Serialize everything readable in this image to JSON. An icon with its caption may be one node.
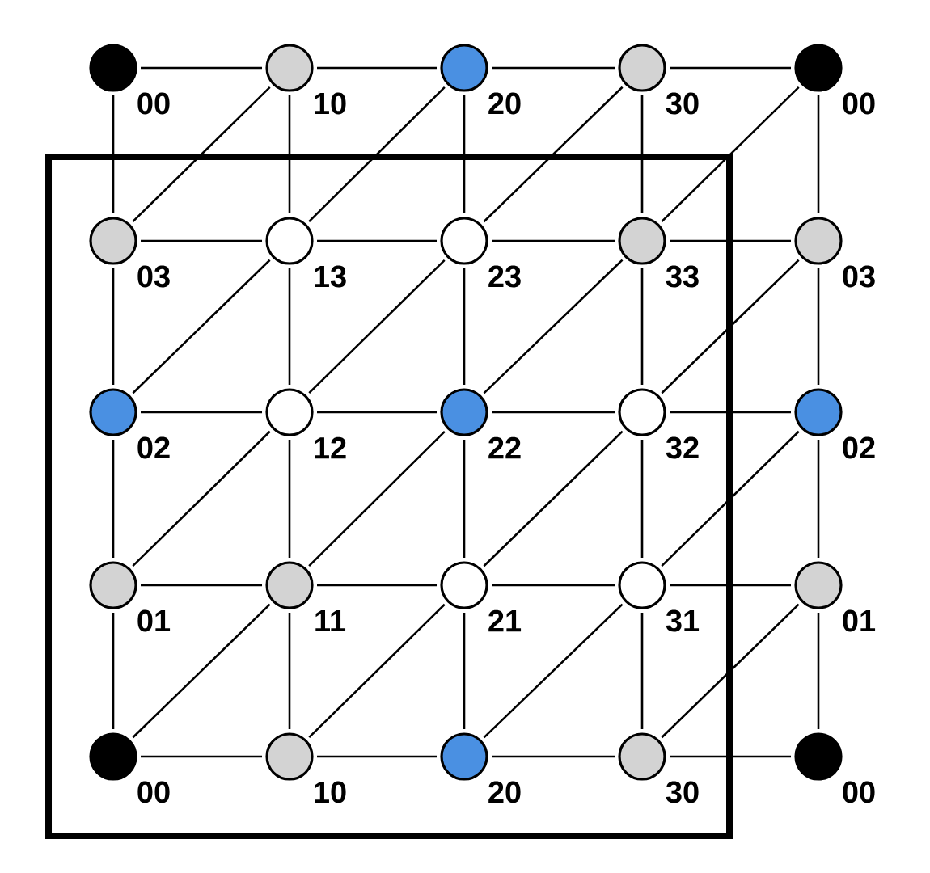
{
  "diagram": {
    "nodes": [
      {
        "text": [],
        "shape": "box"
      },
      {
        "text": [],
        "shape": "circle",
        "beside": [
          "00"
        ]
      },
      {
        "text": [],
        "shape": "circle",
        "beside": [
          "10"
        ]
      },
      {
        "text": [],
        "shape": "circle",
        "beside": [
          "20"
        ]
      },
      {
        "text": [],
        "shape": "circle",
        "beside": [
          "30"
        ]
      },
      {
        "text": [],
        "shape": "circle",
        "beside": [
          "00"
        ]
      },
      {
        "text": [],
        "shape": "circle",
        "beside": [
          "03"
        ],
        "in": 0
      },
      {
        "text": [],
        "shape": "circle",
        "beside": [
          "13"
        ],
        "in": 0
      },
      {
        "text": [],
        "shape": "circle",
        "beside": [
          "23"
        ],
        "in": 0
      },
      {
        "text": [],
        "shape": "circle",
        "beside": [
          "33"
        ],
        "in": 0
      },
      {
        "text": [],
        "shape": "circle",
        "beside": [
          "03"
        ]
      },
      {
        "text": [],
        "shape": "circle",
        "beside": [
          "02"
        ],
        "in": 0
      },
      {
        "text": [],
        "shape": "circle",
        "beside": [
          "12"
        ],
        "in": 0
      },
      {
        "text": [],
        "shape": "circle",
        "beside": [
          "22"
        ],
        "in": 0
      },
      {
        "text": [],
        "shape": "circle",
        "beside": [
          "32"
        ],
        "in": 0
      },
      {
        "text": [],
        "shape": "circle",
        "beside": [
          "02"
        ]
      },
      {
        "text": [],
        "shape": "circle",
        "beside": [
          "01"
        ],
        "in": 0
      },
      {
        "text": [],
        "shape": "circle",
        "beside": [
          "11"
        ],
        "in": 0
      },
      {
        "text": [],
        "shape": "circle",
        "beside": [
          "21"
        ],
        "in": 0
      },
      {
        "text": [],
        "shape": "circle",
        "beside": [
          "31"
        ],
        "in": 0
      },
      {
        "text": [],
        "shape": "circle",
        "beside": [
          "01"
        ]
      },
      {
        "text": [],
        "shape": "circle",
        "beside": [
          "00"
        ],
        "in": 0
      },
      {
        "text": [],
        "shape": "circle",
        "beside": [
          "10"
        ],
        "in": 0
      },
      {
        "text": [],
        "shape": "circle",
        "beside": [
          "20"
        ],
        "in": 0
      },
      {
        "text": [],
        "shape": "circle",
        "beside": [
          "30"
        ],
        "in": 0
      },
      {
        "text": [],
        "shape": "circle",
        "beside": [
          "00"
        ]
      }
    ],
    "edges": [
      {
        "from": 1,
        "to": 2,
        "arrow": "none"
      },
      {
        "from": 2,
        "to": 3,
        "arrow": "none"
      },
      {
        "from": 3,
        "to": 4,
        "arrow": "none"
      },
      {
        "from": 4,
        "to": 5,
        "arrow": "none"
      },
      {
        "from": 6,
        "to": 7,
        "arrow": "none"
      },
      {
        "from": 7,
        "to": 8,
        "arrow": "none"
      },
      {
        "from": 8,
        "to": 9,
        "arrow": "none"
      },
      {
        "from": 9,
        "to": 10,
        "arrow": "none"
      },
      {
        "from": 11,
        "to": 12,
        "arrow": "none"
      },
      {
        "from": 12,
        "to": 13,
        "arrow": "none"
      },
      {
        "from": 13,
        "to": 14,
        "arrow": "none"
      },
      {
        "from": 14,
        "to": 15,
        "arrow": "none"
      },
      {
        "from": 16,
        "to": 17,
        "arrow": "none"
      },
      {
        "from": 17,
        "to": 18,
        "arrow": "none"
      },
      {
        "from": 18,
        "to": 19,
        "arrow": "none"
      },
      {
        "from": 19,
        "to": 20,
        "arrow": "none"
      },
      {
        "from": 21,
        "to": 22,
        "arrow": "none"
      },
      {
        "from": 22,
        "to": 23,
        "arrow": "none"
      },
      {
        "from": 23,
        "to": 24,
        "arrow": "none"
      },
      {
        "from": 24,
        "to": 25,
        "arrow": "none"
      },
      {
        "from": 1,
        "to": 6,
        "arrow": "none"
      },
      {
        "from": 6,
        "to": 11,
        "arrow": "none"
      },
      {
        "from": 11,
        "to": 16,
        "arrow": "none"
      },
      {
        "from": 16,
        "to": 21,
        "arrow": "none"
      },
      {
        "from": 2,
        "to": 7,
        "arrow": "none"
      },
      {
        "from": 7,
        "to": 12,
        "arrow": "none"
      },
      {
        "from": 12,
        "to": 17,
        "arrow": "none"
      },
      {
        "from": 17,
        "to": 22,
        "arrow": "none"
      },
      {
        "from": 3,
        "to": 8,
        "arrow": "none"
      },
      {
        "from": 8,
        "to": 13,
        "arrow": "none"
      },
      {
        "from": 13,
        "to": 18,
        "arrow": "none"
      },
      {
        "from": 18,
        "to": 23,
        "arrow": "none"
      },
      {
        "from": 4,
        "to": 9,
        "arrow": "none"
      },
      {
        "from": 9,
        "to": 14,
        "arrow": "none"
      },
      {
        "from": 14,
        "to": 19,
        "arrow": "none"
      },
      {
        "from": 19,
        "to": 24,
        "arrow": "none"
      },
      {
        "from": 5,
        "to": 10,
        "arrow": "none"
      },
      {
        "from": 10,
        "to": 15,
        "arrow": "none"
      },
      {
        "from": 15,
        "to": 20,
        "arrow": "none"
      },
      {
        "from": 20,
        "to": 25,
        "arrow": "none"
      },
      {
        "from": 6,
        "to": 2,
        "arrow": "none"
      },
      {
        "from": 7,
        "to": 3,
        "arrow": "none"
      },
      {
        "from": 8,
        "to": 4,
        "arrow": "none"
      },
      {
        "from": 9,
        "to": 5,
        "arrow": "none"
      },
      {
        "from": 11,
        "to": 7,
        "arrow": "none"
      },
      {
        "from": 12,
        "to": 8,
        "arrow": "none"
      },
      {
        "from": 13,
        "to": 9,
        "arrow": "none"
      },
      {
        "from": 14,
        "to": 10,
        "arrow": "none"
      },
      {
        "from": 16,
        "to": 12,
        "arrow": "none"
      },
      {
        "from": 17,
        "to": 13,
        "arrow": "none"
      },
      {
        "from": 18,
        "to": 14,
        "arrow": "none"
      },
      {
        "from": 19,
        "to": 15,
        "arrow": "none"
      },
      {
        "from": 21,
        "to": 17,
        "arrow": "none"
      },
      {
        "from": 22,
        "to": 18,
        "arrow": "none"
      },
      {
        "from": 23,
        "to": 19,
        "arrow": "none"
      },
      {
        "from": 24,
        "to": 20,
        "arrow": "none"
      }
    ]
  }
}
